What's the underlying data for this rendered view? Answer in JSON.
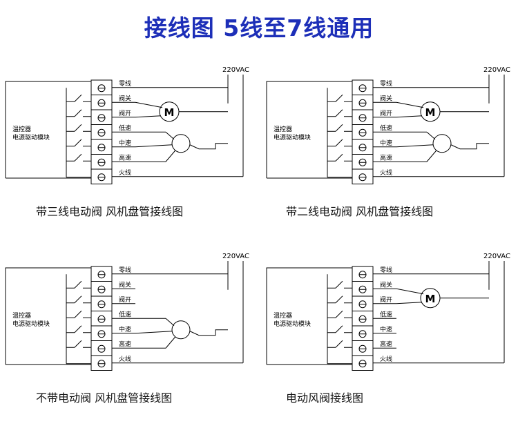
{
  "title": "接线图  5线至7线通用",
  "title_color": "#1d2fb8",
  "controller_label_1": "温控器",
  "controller_label_2": "电源驱动模块",
  "voltage": "220VAC",
  "motor_label": "M",
  "terminals": [
    "零线",
    "阀关",
    "阀开",
    "低速",
    "中速",
    "高速",
    "火线"
  ],
  "diagrams": [
    {
      "caption": "带三线电动阀  风机盘管接线图",
      "valve_motor": true,
      "fan_motor": true
    },
    {
      "caption": "带二线电动阀  风机盘管接线图",
      "valve_motor": true,
      "fan_motor": true
    },
    {
      "caption": "不带电动阀  风机盘管接线图",
      "valve_motor": false,
      "fan_motor": true
    },
    {
      "caption": "电动风阀接线图",
      "valve_motor": true,
      "fan_motor": false
    }
  ]
}
